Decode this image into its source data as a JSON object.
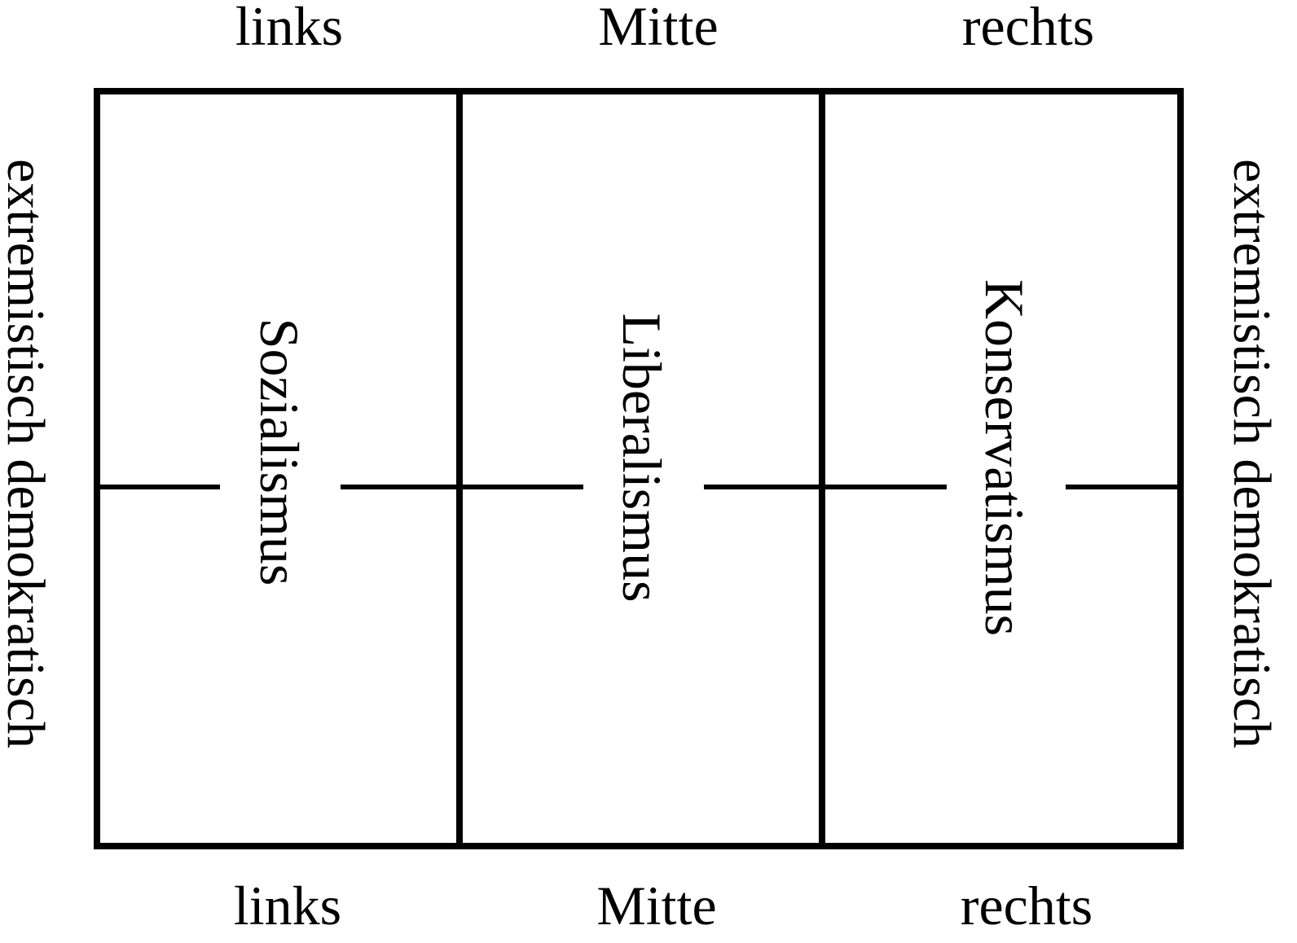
{
  "top_labels": [
    "links",
    "Mitte",
    "rechts"
  ],
  "bottom_labels": [
    "links",
    "Mitte",
    "rechts"
  ],
  "side_label_left": "extremistisch demokratisch",
  "side_label_right": "extremistisch demokratisch",
  "columns": [
    "Sozialismus",
    "Liberalismus",
    "Konservatismus"
  ],
  "colors": {
    "ink": "#000000",
    "background": "#ffffff"
  }
}
